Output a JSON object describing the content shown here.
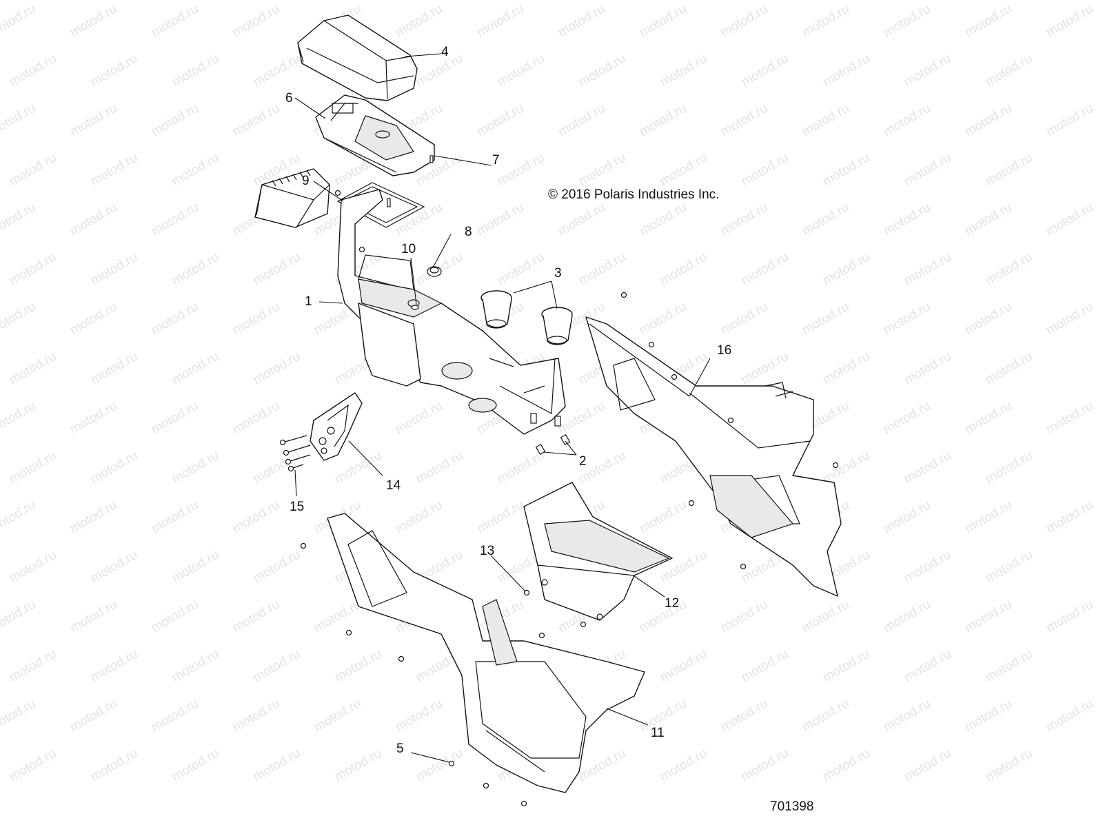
{
  "watermark": {
    "text": "motod.ru",
    "color": "#e3e3e3"
  },
  "copyright": "© 2016 Polaris Industries Inc.",
  "drawing_id": "701398",
  "callouts": [
    {
      "id": "1",
      "label": "1"
    },
    {
      "id": "2",
      "label": "2"
    },
    {
      "id": "3",
      "label": "3"
    },
    {
      "id": "4",
      "label": "4"
    },
    {
      "id": "5",
      "label": "5"
    },
    {
      "id": "6",
      "label": "6"
    },
    {
      "id": "7",
      "label": "7"
    },
    {
      "id": "8",
      "label": "8"
    },
    {
      "id": "9",
      "label": "9"
    },
    {
      "id": "10",
      "label": "10"
    },
    {
      "id": "11",
      "label": "11"
    },
    {
      "id": "12",
      "label": "12"
    },
    {
      "id": "13",
      "label": "13"
    },
    {
      "id": "14",
      "label": "14"
    },
    {
      "id": "15",
      "label": "15"
    },
    {
      "id": "16",
      "label": "16"
    }
  ]
}
